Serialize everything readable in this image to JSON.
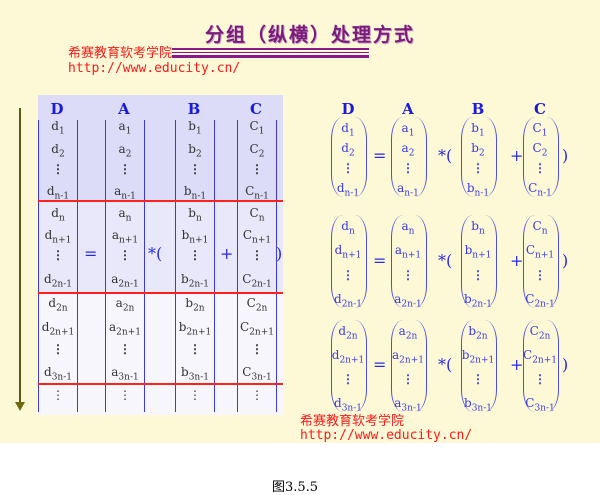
{
  "title": "分组（纵横）处理方式",
  "watermark": {
    "name": "希赛教育软考学院",
    "url": "http://www.educity.cn/"
  },
  "headers": [
    "D",
    "A",
    "B",
    "C"
  ],
  "ops": [
    "=",
    "*(",
    "+",
    ")"
  ],
  "groups": [
    {
      "rows": [
        [
          "1",
          "1",
          "1",
          "1"
        ],
        [
          "2",
          "2",
          "2",
          "2"
        ],
        [
          "⋮"
        ],
        [
          "n-1",
          "n-1",
          "n-1",
          "n-1"
        ]
      ]
    },
    {
      "rows": [
        [
          "n",
          "n",
          "n",
          "n"
        ],
        [
          "n+1",
          "n+1",
          "n+1",
          "n+1"
        ],
        [
          "⋮"
        ],
        [
          "2n-1",
          "2n-1",
          "2n-1",
          "2n-1"
        ]
      ]
    },
    {
      "rows": [
        [
          "2n",
          "2n",
          "2n",
          "2n"
        ],
        [
          "2n+1",
          "2n+1",
          "2n+1",
          "2n+1"
        ],
        [
          "⋮"
        ],
        [
          "3n-1",
          "3n-1",
          "3n-1",
          "3n-1"
        ]
      ]
    }
  ],
  "bases": [
    "d",
    "a",
    "b",
    "C"
  ],
  "continuation": "⋮",
  "caption": "图3.5.5",
  "colors": {
    "bracket": "#3a3ae0",
    "divider": "#ff2020",
    "title": "#7a1a7a"
  }
}
